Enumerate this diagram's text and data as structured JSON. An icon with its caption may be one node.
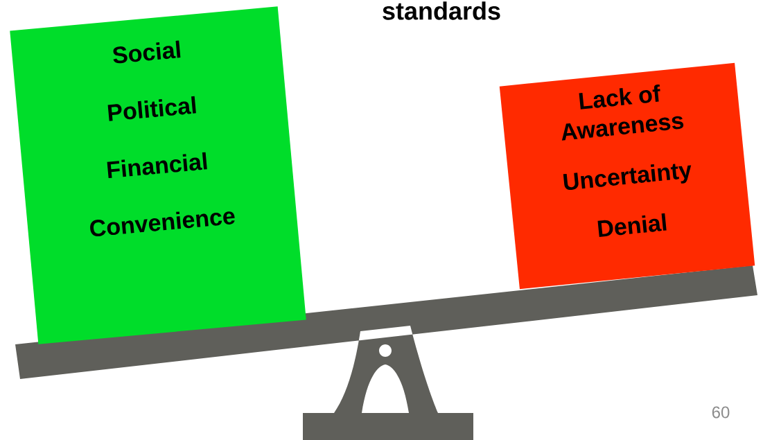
{
  "diagram": {
    "title": "standards",
    "nodes": [
      {
        "text": [
          "Social",
          "Political",
          "Financial",
          "Convenience"
        ]
      },
      {
        "text": [
          "Lack of Awareness",
          "Uncertainty",
          "Denial"
        ]
      }
    ],
    "labels": [
      "60"
    ]
  }
}
